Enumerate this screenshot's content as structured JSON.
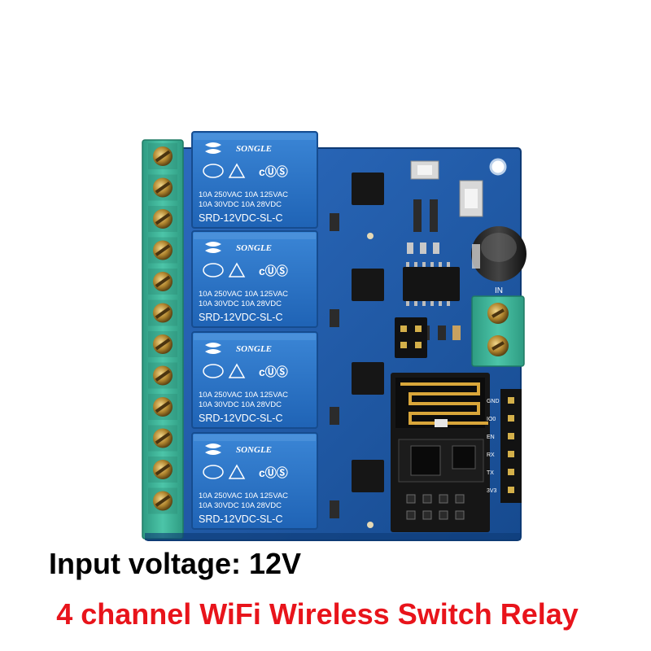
{
  "product": {
    "caption_voltage": "Input voltage: 12V",
    "caption_title": "4 channel WiFi Wireless Switch Relay"
  },
  "relay_label": {
    "brand": "SONGLE",
    "rating_ac": "10A 250VAC  10A 125VAC",
    "rating_dc": "10A   30VDC  10A  28VDC",
    "model": "SRD-12VDC-SL-C"
  },
  "silkscreen": {
    "in_label": "IN",
    "header_pins": [
      "GND",
      "IO0",
      "EN",
      "RX",
      "TX",
      "3V3"
    ]
  },
  "colors": {
    "pcb": "#1c5aa8",
    "relay": "#2a74c9",
    "terminal": "#3fb39a",
    "caption_title": "#e8141b"
  }
}
